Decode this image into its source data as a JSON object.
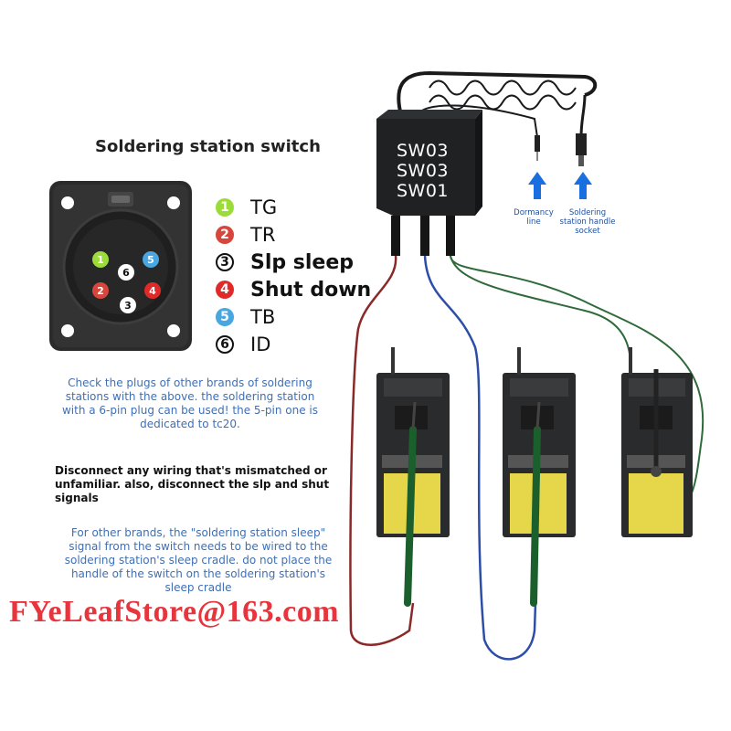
{
  "title": "Soldering station switch",
  "switch_box": {
    "labels": [
      "SW03",
      "SW03",
      "SW01"
    ]
  },
  "annotations": {
    "dormancy": "Dormancy line",
    "socket": "Soldering station handle socket"
  },
  "pins": [
    {
      "number": "1",
      "label": "TG",
      "color": "#9bdc3a",
      "text_color": "#ffffff"
    },
    {
      "number": "2",
      "label": "TR",
      "color": "#d6463c",
      "text_color": "#ffffff"
    },
    {
      "number": "3",
      "label": "Slp sleep",
      "color": "#ffffff",
      "text_color": "#111111"
    },
    {
      "number": "4",
      "label": "Shut down",
      "color": "#e02a2a",
      "text_color": "#ffffff"
    },
    {
      "number": "5",
      "label": "TB",
      "color": "#4aa6e0",
      "text_color": "#ffffff"
    },
    {
      "number": "6",
      "label": "ID",
      "color": "#ffffff",
      "text_color": "#111111"
    }
  ],
  "notes": {
    "note1": "Check the plugs of other brands of soldering stations with the above. the soldering station with a 6-pin plug can be used! the 5-pin one is dedicated to tc20.",
    "note2": "Disconnect any wiring that's mismatched or unfamiliar. also, disconnect the slp and shut signals",
    "note3": "For other brands, the \"soldering station sleep\" signal from the switch needs to be wired to the soldering station's sleep cradle. do not place the handle of the switch on the soldering station's sleep cradle"
  },
  "email": "FYeLeafStore@163.com",
  "colors": {
    "connector_body": "#2b2b2b",
    "switch_box": "#1f2123",
    "wire_red": "#8a2a28",
    "wire_blue": "#2d4ea8",
    "wire_green": "#2f6a3a",
    "cradle_yellow": "#e6d64a",
    "arrow_blue": "#1a6fe0",
    "email_red": "#e8343c"
  }
}
